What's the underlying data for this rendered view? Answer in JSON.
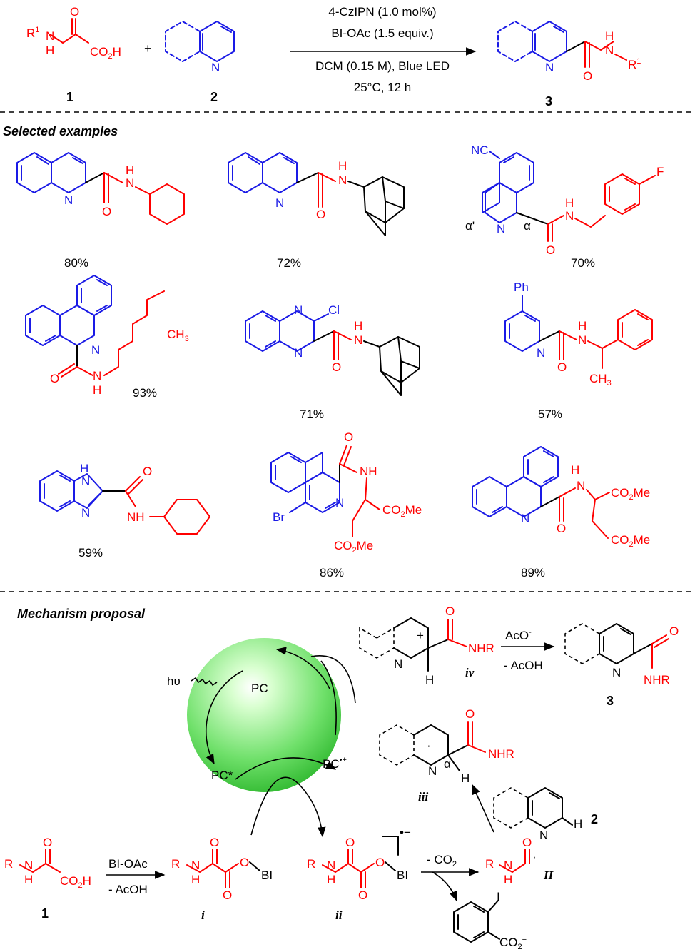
{
  "colors": {
    "arene": "#1a1ae6",
    "amide": "#ff0000",
    "sphere_light": "#d9ffd0",
    "sphere_dark": "#3ccb3c"
  },
  "general": {
    "conditions": [
      "4-CzIPN (1.0 mol%)",
      "BI-OAc (1.5 equiv.)",
      "DCM (0.15 M), Blue LED",
      "25°C, 12 h"
    ],
    "labels": {
      "c1": "1",
      "c2": "2",
      "c3": "3"
    },
    "plus": "+"
  },
  "sections": {
    "examples": "Selected examples",
    "mechanism": "Mechanism proposal"
  },
  "yields": [
    "80%",
    "72%",
    "70%",
    "93%",
    "71%",
    "57%",
    "59%",
    "86%",
    "89%"
  ],
  "atoms": {
    "N": "N",
    "H": "H",
    "O": "O",
    "R": "R",
    "NH": "NH",
    "HN": "H",
    "NHR": "NHR",
    "R1": "R",
    "one": "1",
    "CO2H": "CO",
    "two": "2",
    "H_s": "H",
    "NC": "NC",
    "F": "F",
    "CH3": "CH",
    "three": "3",
    "Cl": "Cl",
    "Ph": "Ph",
    "Br": "Br",
    "CO2Me": "CO",
    "Me": "Me",
    "alpha": "α",
    "alpha_p": "α'",
    "BI": "BI",
    "I": "I",
    "CO2m": "CO",
    "minus": "−"
  },
  "mechanism": {
    "pc": "PC",
    "pc_star": "PC*",
    "pc_rad": "PC",
    "pc_rad_sup": "•+",
    "hv": "hυ",
    "bioac": "BI-OAc",
    "m_acoh": "- AcOH",
    "aco": "AcO",
    "aco_sup": "-",
    "m_acoh2": "- AcOH",
    "m_co2": "- CO",
    "m_co2_sub": "2",
    "plus_sign": "+",
    "dot": "·",
    "radical_anion_sup": "•−",
    "ints": {
      "i": "i",
      "ii": "ii",
      "iii": "iii",
      "iv": "iv",
      "II": "II"
    },
    "labels": {
      "one": "1",
      "two": "2",
      "three": "3"
    }
  }
}
